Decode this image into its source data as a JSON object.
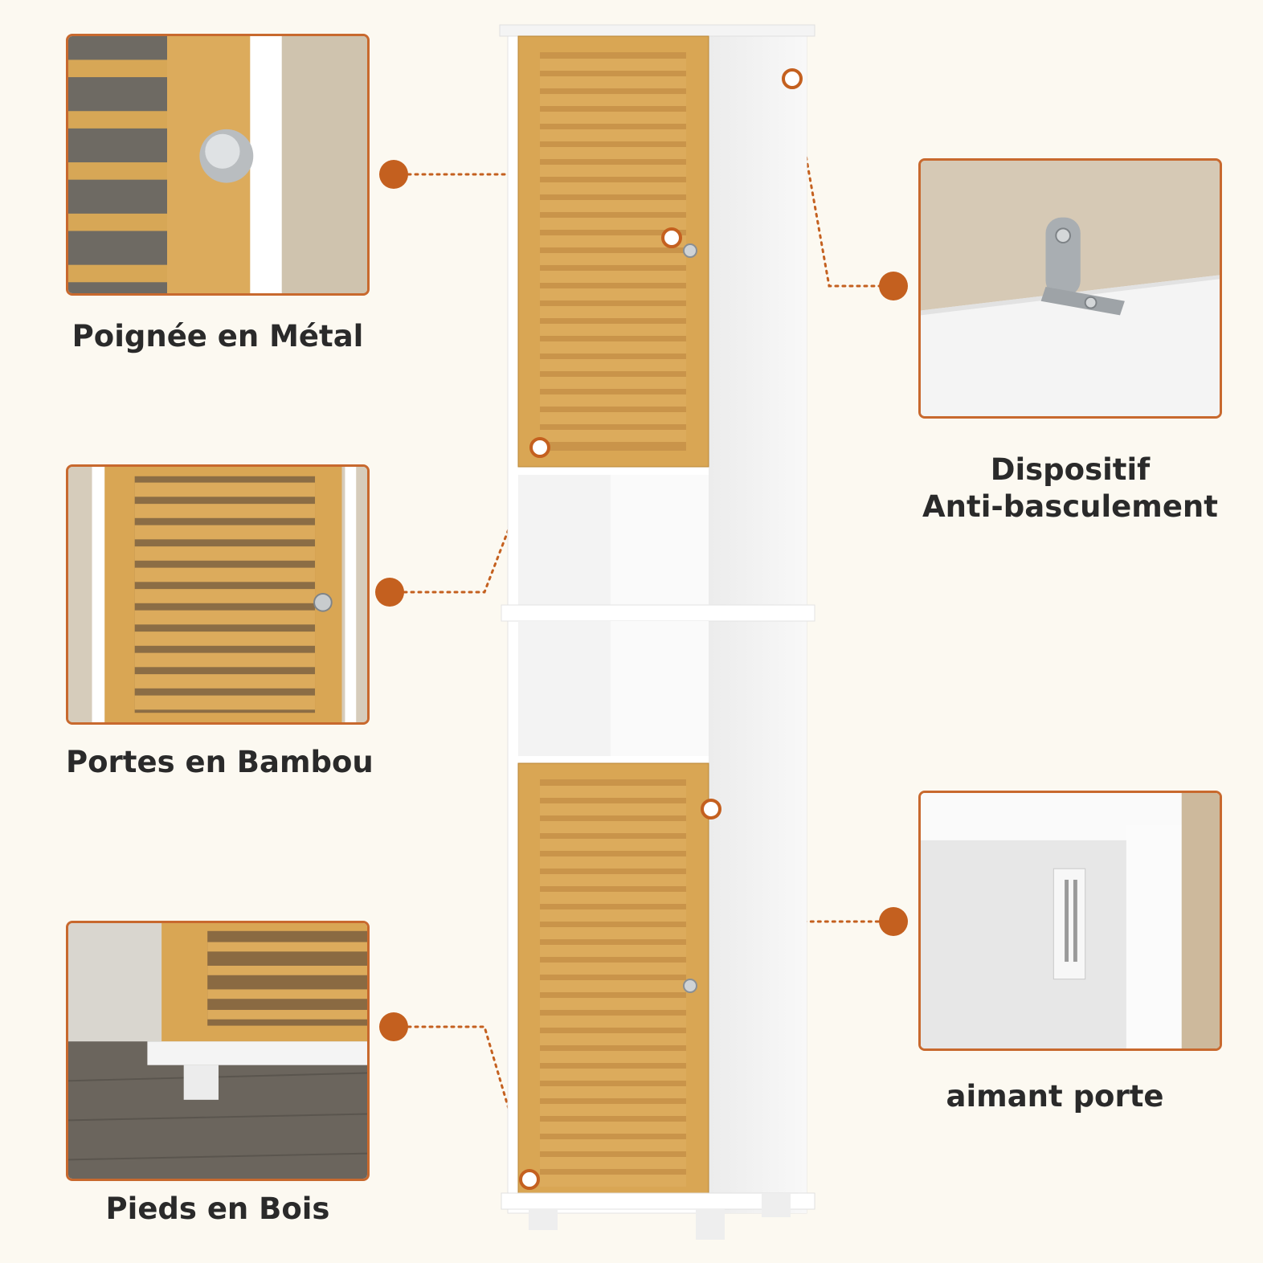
{
  "features": [
    {
      "id": "handle",
      "label_lines": [
        "Poignée en Métal"
      ]
    },
    {
      "id": "doors",
      "label_lines": [
        "Portes en Bambou"
      ]
    },
    {
      "id": "feet",
      "label_lines": [
        "Pieds en Bois"
      ]
    },
    {
      "id": "anti_tip",
      "label_lines": [
        "Dispositif",
        "Anti-basculement"
      ]
    },
    {
      "id": "magnet",
      "label_lines": [
        "aimant porte"
      ]
    }
  ],
  "colors": {
    "accent": "#c4601f",
    "bamboo": "#d9a654",
    "cabinet_white": "#ffffff",
    "background": "#fcf9f1"
  },
  "icons": {
    "callout_marker": "filled-circle",
    "anchor_marker": "ring-circle"
  }
}
